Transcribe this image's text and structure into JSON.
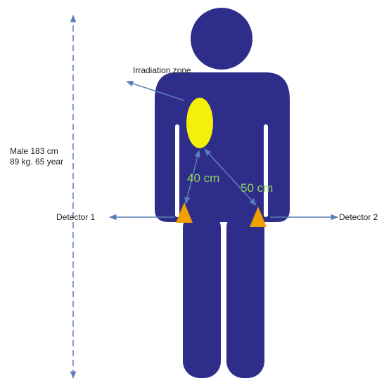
{
  "labels": {
    "subject_line1": "Male 183 cm",
    "subject_line2": "89 kg. 65  year",
    "irradiation_zone": "Irradiation zone",
    "detector1": "Detector 1",
    "detector2": "Detector 2",
    "distance1": "40 cm",
    "distance2": "50 cm"
  },
  "colors": {
    "figure": "#2e2e8a",
    "figure_outline": "#ffffff",
    "zone": "#f4f00a",
    "detector": "#f0a000",
    "distance_text": "#8ed25a",
    "arrow": "#5b7fb8"
  },
  "icons": {
    "figure": "human-silhouette-icon",
    "detector": "triangle-icon"
  }
}
